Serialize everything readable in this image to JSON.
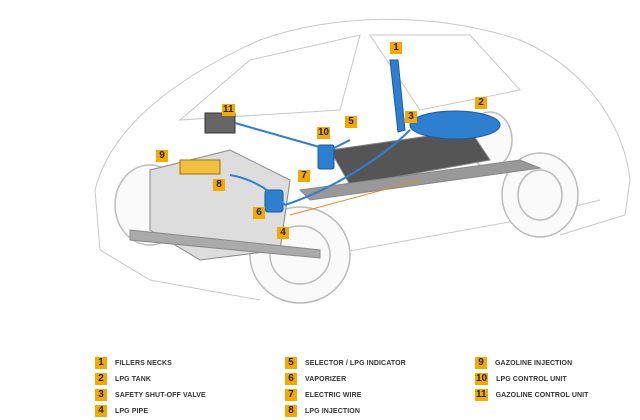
{
  "diagram": {
    "accent_color": "#f4a900",
    "component_color": "#2f7fd0",
    "callouts": [
      "1",
      "2",
      "3",
      "4",
      "5",
      "6",
      "7",
      "8",
      "9",
      "10",
      "11"
    ]
  },
  "legend": [
    {
      "num": "1",
      "label": "FILLERS NECKS"
    },
    {
      "num": "2",
      "label": "LPG TANK"
    },
    {
      "num": "3",
      "label": "SAFETY SHUT-OFF VALVE"
    },
    {
      "num": "4",
      "label": "LPG PIPE"
    },
    {
      "num": "5",
      "label": "SELECTOR / LPG INDICATOR"
    },
    {
      "num": "6",
      "label": "VAPORIZER"
    },
    {
      "num": "7",
      "label": "ELECTRIC WIRE"
    },
    {
      "num": "8",
      "label": "LPG INJECTION"
    },
    {
      "num": "9",
      "label": "GAZOLINE INJECTION"
    },
    {
      "num": "10",
      "label": "LPG CONTROL UNIT"
    },
    {
      "num": "11",
      "label": "GAZOLINE CONTROL UNIT"
    }
  ]
}
